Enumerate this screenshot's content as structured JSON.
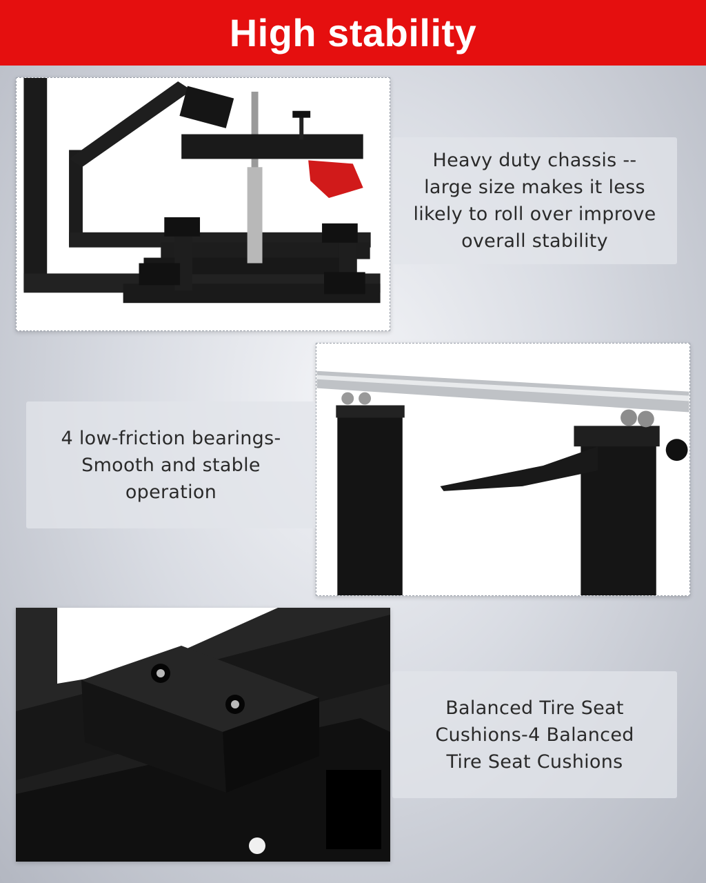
{
  "header": {
    "title": "High stability"
  },
  "sections": [
    {
      "caption": "Heavy duty chassis --\nlarge size makes it less\nlikely to roll over improve\noverall stability",
      "image_icon": "tire-changer-chassis-photo"
    },
    {
      "caption": "4 low-friction bearings-\nSmooth and stable\noperation",
      "image_icon": "bearing-rod-photo"
    },
    {
      "caption": "Balanced Tire Seat\nCushions-4 Balanced\nTire Seat Cushions",
      "image_icon": "tire-seat-cushion-photo"
    }
  ],
  "colors": {
    "banner": "#e50f0f",
    "metal": "#1c1c1c",
    "accent_red": "#d11a1a"
  }
}
